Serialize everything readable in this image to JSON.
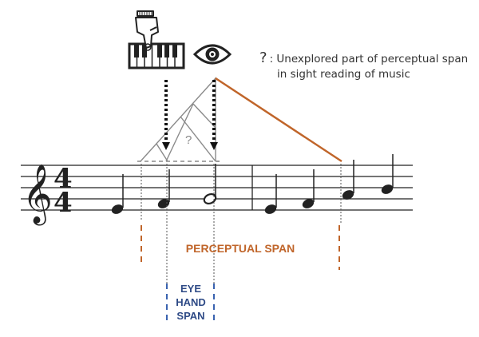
{
  "legend": {
    "symbol": "?",
    "separator": ": ",
    "line1": "Unexplored part of perceptual span",
    "line2": "in sight reading of music"
  },
  "triangle_mark": "?",
  "staff": {
    "time_signature": {
      "top": "4",
      "bottom": "4"
    },
    "clef": "treble"
  },
  "labels": {
    "perceptual_span": "PERCEPTUAL SPAN",
    "eye_hand_span": [
      "EYE",
      "HAND",
      "SPAN"
    ]
  },
  "icons": {
    "hand": "hand-pressing-piano-icon",
    "eye": "eye-icon"
  },
  "colors": {
    "perceptual": "#c0652a",
    "eye_hand": "#3a63b0",
    "eye_hand_text": "#2e4a86",
    "ink": "#222222",
    "triangle": "#8a8a8a"
  }
}
